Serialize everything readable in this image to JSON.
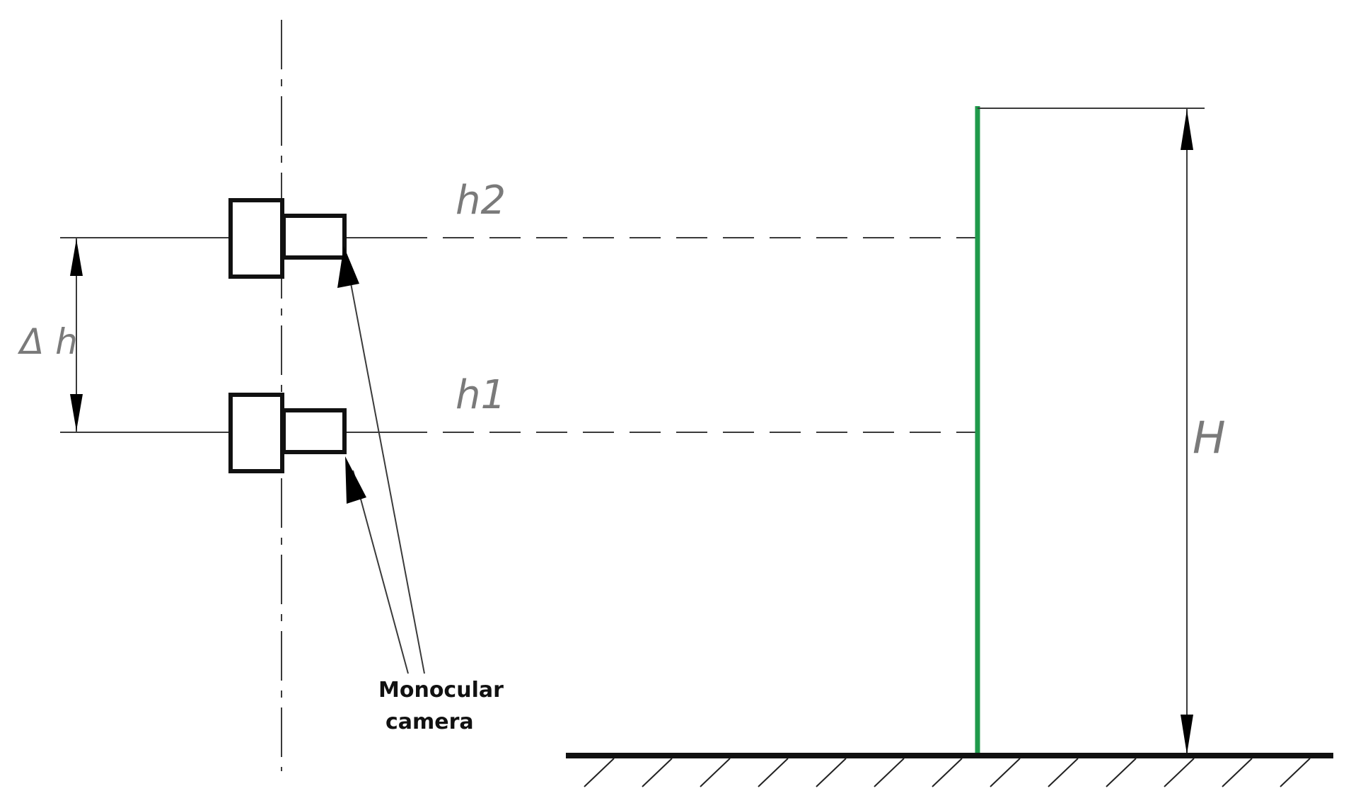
{
  "labels": {
    "h2": "h2",
    "h1": "h1",
    "delta_h": "Δ h",
    "H": "H",
    "camera_line1": "Monocular",
    "camera_line2": "camera"
  },
  "colors": {
    "pole": "#1f9a4b",
    "line": "#3a3a3a",
    "bold": "#111111",
    "label": "#7a7a7a"
  }
}
